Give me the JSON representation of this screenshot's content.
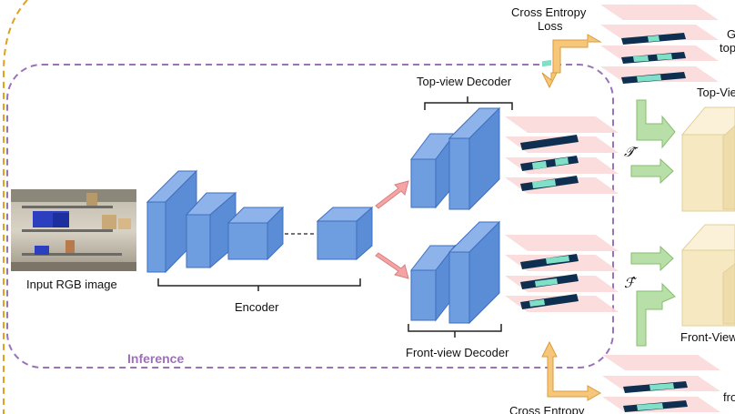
{
  "labels": {
    "input_image": "Input RGB image",
    "encoder": "Encoder",
    "top_decoder": "Top-view Decoder",
    "front_decoder": "Front-view Decoder",
    "inference": "Inference",
    "loss_top_line1": "Cross Entropy",
    "loss_top_line2": "Loss",
    "loss_bottom_line1": "Cross Entropy",
    "gt_top_partial_1": "G",
    "gt_top_partial_2": "top",
    "top_view_partial": "Top-Vie",
    "front_view_partial": "Front-View",
    "gt_front_partial": "fro",
    "t_hat": "𝒯̂",
    "f_hat": "ℱ̂"
  },
  "colors": {
    "block_fill": "#6f9ee0",
    "block_stroke": "#3f6fbf",
    "layer_pink": "#fbd9d9",
    "layer_dark": "#0e2f4f",
    "layer_teal": "#7fe0c8",
    "arrow_red": "#f4a4a4",
    "arrow_orange": "#f6c77a",
    "arrow_green": "#b9dfa9",
    "inference_dash": "#9b72b8",
    "outer_dash": "#e0a020",
    "cube_yellow": "#f6e8c0"
  }
}
